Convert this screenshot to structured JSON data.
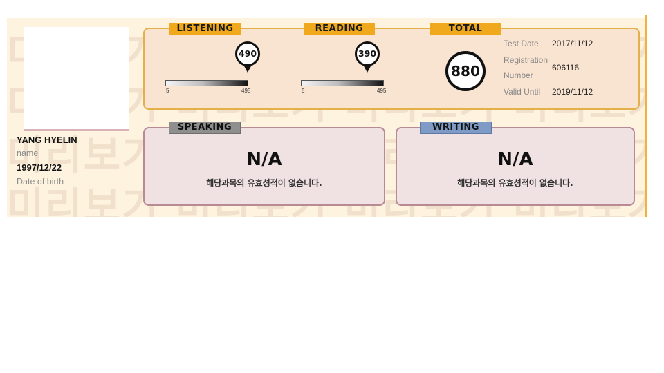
{
  "watermark": "미리보기",
  "person": {
    "name_value": "YANG HYELIN",
    "name_label": "name",
    "dob_value": "1997/12/22",
    "dob_label": "Date of birth"
  },
  "listening": {
    "label": "LISTENING",
    "score": "490",
    "scale_min": "5",
    "scale_max": "495"
  },
  "reading": {
    "label": "READING",
    "score": "390",
    "scale_min": "5",
    "scale_max": "495"
  },
  "total": {
    "label": "TOTAL",
    "score": "880"
  },
  "info": {
    "test_date_label": "Test Date",
    "test_date_value": "2017/11/12",
    "reg_label_line1": "Registration",
    "reg_label_line2": "Number",
    "reg_value": "606116",
    "valid_label": "Valid Until",
    "valid_value": "2019/11/12"
  },
  "speaking": {
    "label": "SPEAKING",
    "score": "N/A",
    "message": "해당과목의 유효성적이 없습니다."
  },
  "writing": {
    "label": "WRITING",
    "score": "N/A",
    "message": "해당과목의 유효성적이 없습니다."
  },
  "colors": {
    "gold": "#f0a81c",
    "speaking_tag": "#8e8e8e",
    "writing_tag": "#7f9ac4",
    "card_bg": "#fdf3df"
  }
}
